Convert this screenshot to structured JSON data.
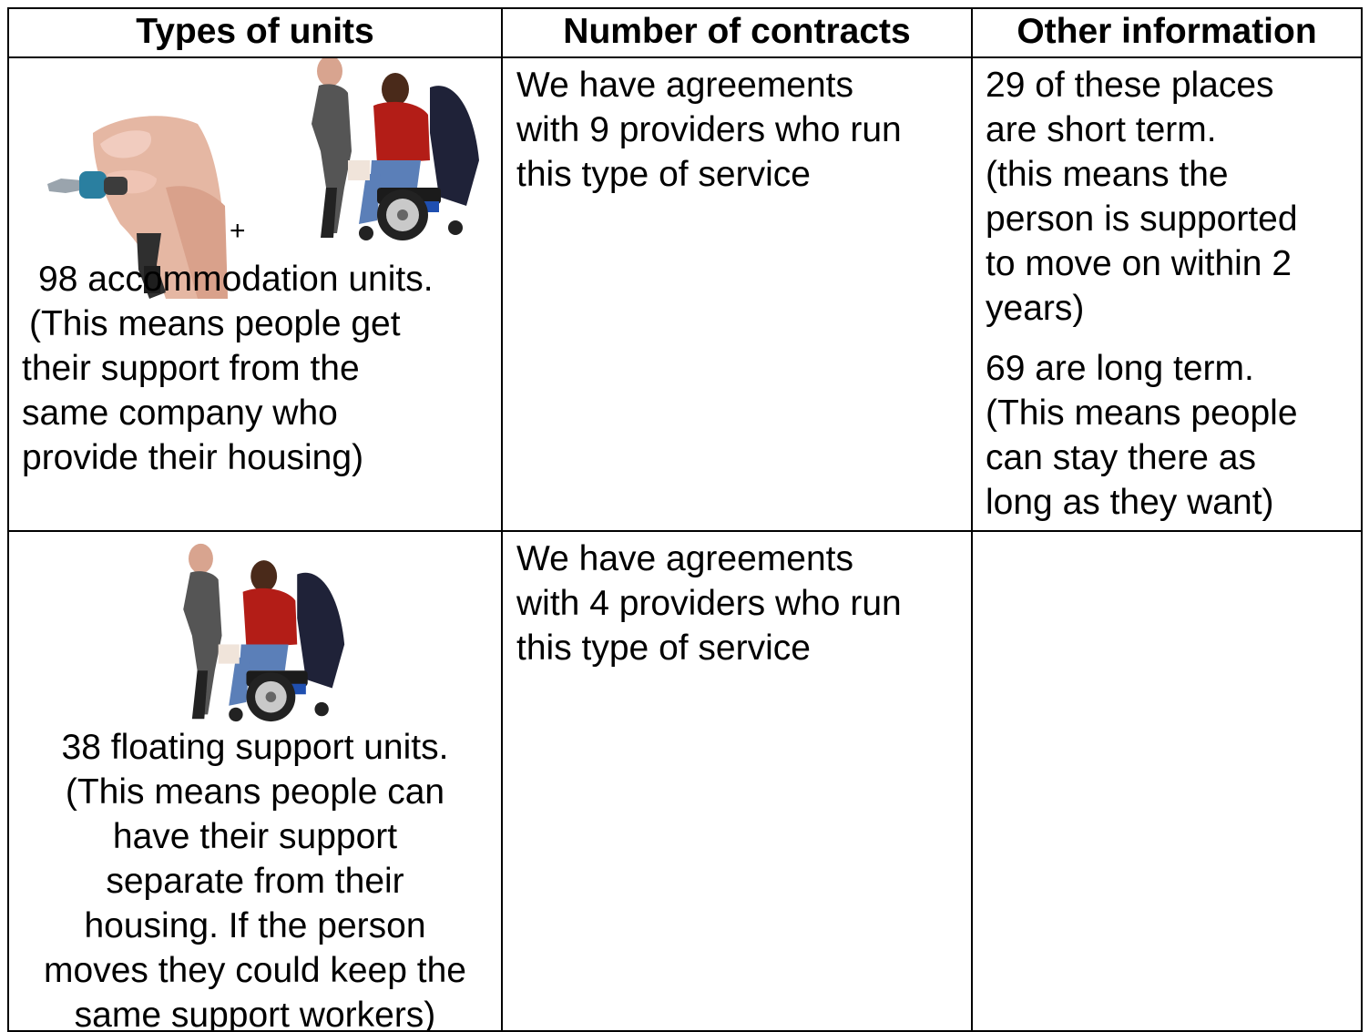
{
  "table": {
    "headers": [
      "Types of units",
      "Number of contracts",
      "Other information"
    ],
    "rows": [
      {
        "type_lines": [
          "98 accommodation units.",
          "(This means people get",
          "their support from the",
          "same company who",
          "provide their housing)"
        ],
        "plus": "+",
        "contracts_lines": [
          "We have agreements",
          "with 9 providers who run",
          "this type of service"
        ],
        "other_para1": [
          "29 of these places",
          "are short term.",
          "(this means the",
          "person is supported",
          "to move on within 2",
          "years)"
        ],
        "other_para2": [
          "69 are long term.",
          "(This means people",
          "can stay there as",
          "long as they want)"
        ]
      },
      {
        "type_lines": [
          "38 floating support units.",
          "(This means people can",
          "have their support",
          "separate from their",
          "housing.  If the person",
          "moves they could keep the",
          "same support workers)"
        ],
        "contracts_lines": [
          "We have agreements",
          "with 4 providers who run",
          "this type of service"
        ]
      }
    ]
  },
  "icons": {
    "keys": "keys-in-hand-icon",
    "support": "support-worker-with-wheelchair-user-icon"
  }
}
